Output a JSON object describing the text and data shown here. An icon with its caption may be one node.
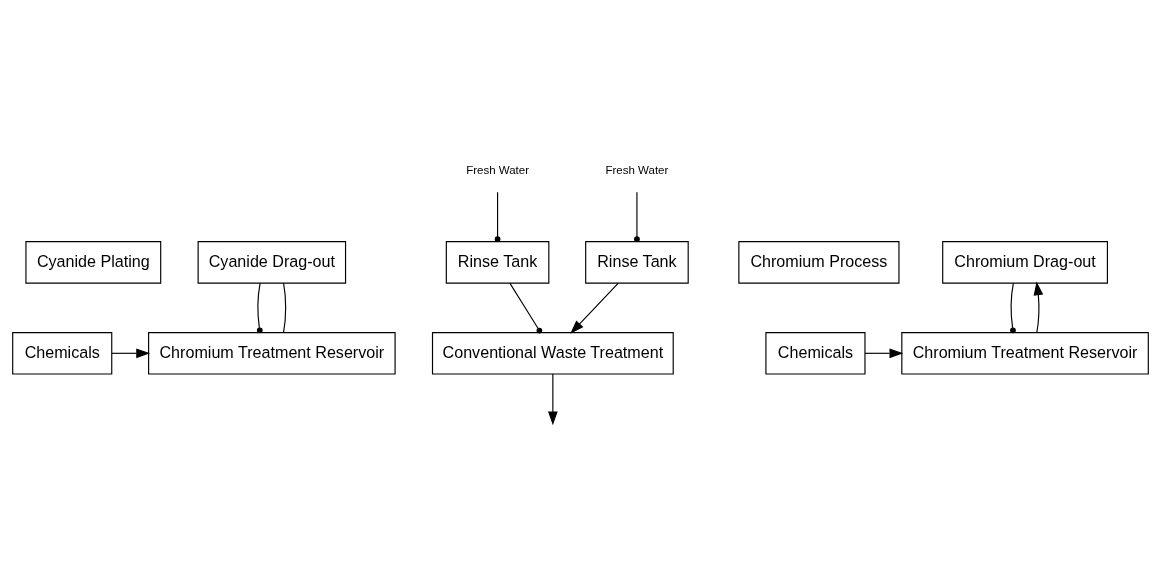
{
  "diagram": {
    "nodes": [
      {
        "text": [
          "Cyanide Plating"
        ]
      },
      {
        "text": [
          "Cyanide Drag-out"
        ]
      },
      {
        "text": [
          "Rinse Tank"
        ]
      },
      {
        "text": [
          "Fresh Water"
        ]
      },
      {
        "text": [
          "Chromium Process"
        ]
      },
      {
        "text": [
          "Chromium Drag-out"
        ]
      },
      {
        "text": [
          "Rinse Tank"
        ]
      },
      {
        "text": [
          "Fresh Water"
        ]
      },
      {
        "text": [
          "Conventional Waste Treatment"
        ]
      },
      {
        "text": [
          "Chemicals"
        ]
      },
      {
        "text": [
          "Chromium Treatment Reservoir"
        ]
      },
      {
        "text": [
          "Chromium Treatment Reservoir"
        ]
      },
      {
        "text": [
          "Chemicals"
        ]
      }
    ],
    "edges": [
      {
        "from": 3,
        "to": 2,
        "arrow": "other"
      },
      {
        "from": 1,
        "to": 10,
        "arrow": "other"
      },
      {
        "from": 10,
        "to": 1,
        "arrow": "none"
      },
      {
        "from": 9,
        "to": 10,
        "arrow": "to"
      },
      {
        "from": 2,
        "to": 8,
        "arrow": "to"
      },
      {
        "from": 7,
        "to": 6,
        "arrow": "other"
      },
      {
        "from": 6,
        "to": 8,
        "arrow": "other"
      },
      {
        "from": 8,
        "to": null,
        "arrow": "to"
      },
      {
        "from": 11,
        "to": 5,
        "arrow": "to"
      },
      {
        "from": 5,
        "to": 11,
        "arrow": "other"
      },
      {
        "from": 12,
        "to": 11,
        "arrow": "to"
      }
    ]
  }
}
